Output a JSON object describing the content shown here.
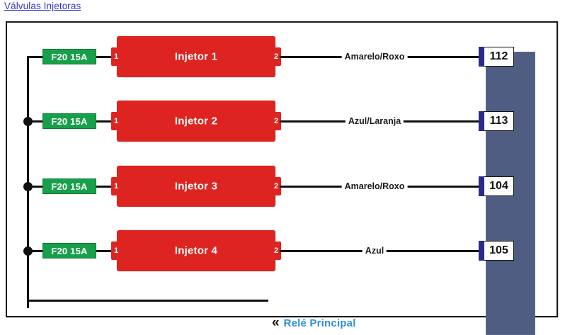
{
  "page": {
    "title_link": "Válvulas Injetoras"
  },
  "diagram": {
    "type": "automotive-wiring-diagram",
    "colors": {
      "injector_red": "#dd2420",
      "fuse_green": "#17a04a",
      "ecu_panel_blue": "#4f5d82",
      "pin_tab_navy": "#2a2a8c",
      "wire_black": "#111111",
      "title_link_blue": "#3333cc",
      "relay_label_blue": "#2e8fd6"
    },
    "rows": [
      {
        "fuse": "F20 15A",
        "component": "Injetor 1",
        "pin_in": "1",
        "pin_out": "2",
        "wire_color": "Amarelo/Roxo",
        "ecu_pin": "112",
        "has_junction_dot": false
      },
      {
        "fuse": "F20 15A",
        "component": "Injetor 2",
        "pin_in": "1",
        "pin_out": "2",
        "wire_color": "Azul/Laranja",
        "ecu_pin": "113",
        "has_junction_dot": true
      },
      {
        "fuse": "F20 15A",
        "component": "Injetor 3",
        "pin_in": "1",
        "pin_out": "2",
        "wire_color": "Amarelo/Roxo",
        "ecu_pin": "104",
        "has_junction_dot": true
      },
      {
        "fuse": "F20 15A",
        "component": "Injetor 4",
        "pin_in": "1",
        "pin_out": "2",
        "wire_color": "Azul",
        "ecu_pin": "105",
        "has_junction_dot": true
      }
    ],
    "relay": {
      "chevron": "«",
      "label": "Relé Principal"
    }
  }
}
